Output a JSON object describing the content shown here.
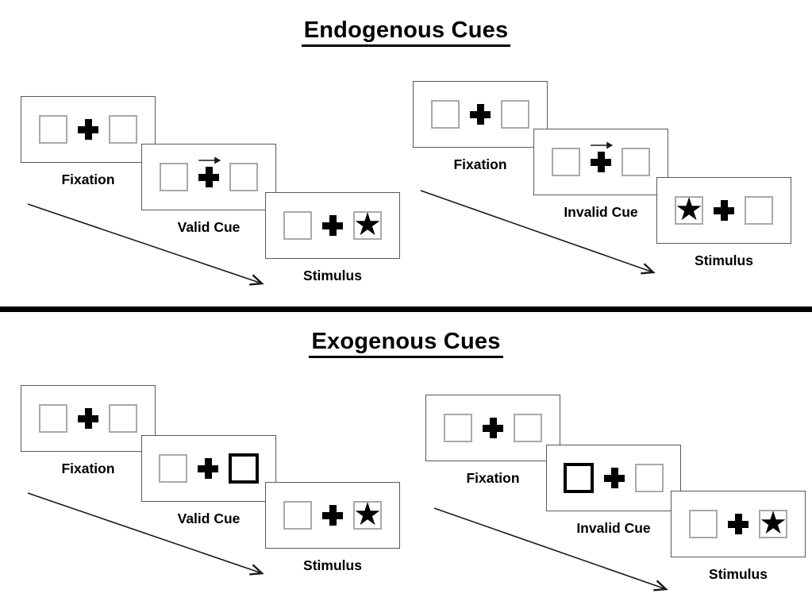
{
  "endogenous": {
    "title": "Endogenous Cues",
    "valid": {
      "fixation_label": "Fixation",
      "cue_label": "Valid Cue",
      "stimulus_label": "Stimulus"
    },
    "invalid": {
      "fixation_label": "Fixation",
      "cue_label": "Invalid Cue",
      "stimulus_label": "Stimulus"
    }
  },
  "exogenous": {
    "title": "Exogenous Cues",
    "valid": {
      "fixation_label": "Fixation",
      "cue_label": "Valid Cue",
      "stimulus_label": "Stimulus"
    },
    "invalid": {
      "fixation_label": "Fixation",
      "cue_label": "Invalid Cue",
      "stimulus_label": "Stimulus"
    }
  },
  "glyphs": {
    "star": "★"
  },
  "colors": {
    "ink": "#000000",
    "panel_border": "#595959",
    "box_border": "#a9a9a9",
    "background": "#ffffff"
  }
}
